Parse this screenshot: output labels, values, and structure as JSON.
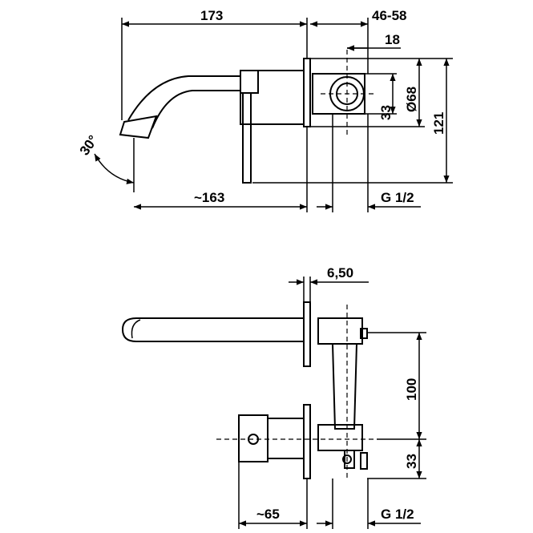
{
  "top_view": {
    "dim_overall_length": "173",
    "dim_wall_depth_range": "46-58",
    "dim_body_offset": "18",
    "dim_rosette_diameter": "Ø68",
    "dim_body_height": "33",
    "dim_total_height": "121",
    "dim_spout_angle": "30°",
    "dim_spout_reach": "~163",
    "dim_connection_thread": "G 1/2"
  },
  "side_view": {
    "dim_plate_thickness": "6,50",
    "dim_center_distance": "100",
    "dim_lower_offset": "33",
    "dim_handle_reach": "~65",
    "dim_connection_thread": "G 1/2"
  }
}
